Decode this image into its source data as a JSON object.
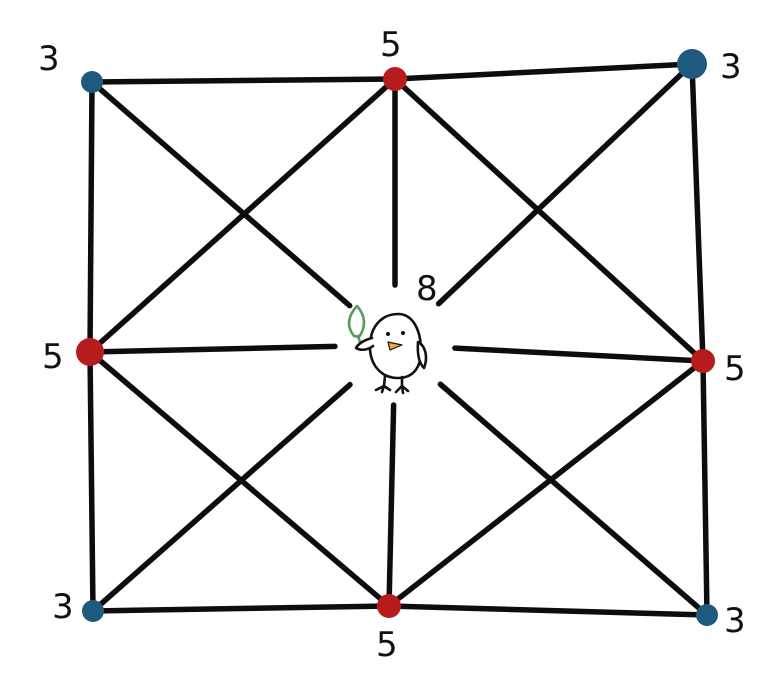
{
  "colors": {
    "corner_node": "#1e5a7d",
    "edge_node": "#b71c1c",
    "line": "#0d0d0d",
    "leaf": "#5a9a5a",
    "beak": "#f2a93b"
  },
  "graph": {
    "nodes": [
      {
        "id": "top-left",
        "kind": "corner",
        "label": "3"
      },
      {
        "id": "top-mid",
        "kind": "edge",
        "label": "5"
      },
      {
        "id": "top-right",
        "kind": "corner",
        "label": "3"
      },
      {
        "id": "mid-left",
        "kind": "edge",
        "label": "5"
      },
      {
        "id": "center",
        "kind": "center",
        "label": "8"
      },
      {
        "id": "mid-right",
        "kind": "edge",
        "label": "5"
      },
      {
        "id": "bottom-left",
        "kind": "corner",
        "label": "3"
      },
      {
        "id": "bottom-mid",
        "kind": "edge",
        "label": "5"
      },
      {
        "id": "bottom-right",
        "kind": "corner",
        "label": "3"
      }
    ],
    "edges": [
      [
        "top-left",
        "top-mid"
      ],
      [
        "top-mid",
        "top-right"
      ],
      [
        "bottom-left",
        "bottom-mid"
      ],
      [
        "bottom-mid",
        "bottom-right"
      ],
      [
        "top-left",
        "mid-left"
      ],
      [
        "mid-left",
        "bottom-left"
      ],
      [
        "top-right",
        "mid-right"
      ],
      [
        "mid-right",
        "bottom-right"
      ],
      [
        "top-left",
        "center"
      ],
      [
        "top-mid",
        "center"
      ],
      [
        "top-right",
        "center"
      ],
      [
        "mid-left",
        "center"
      ],
      [
        "mid-right",
        "center"
      ],
      [
        "bottom-left",
        "center"
      ],
      [
        "bottom-mid",
        "center"
      ],
      [
        "bottom-right",
        "center"
      ],
      [
        "top-mid",
        "mid-left"
      ],
      [
        "top-mid",
        "mid-right"
      ],
      [
        "bottom-mid",
        "mid-left"
      ],
      [
        "bottom-mid",
        "mid-right"
      ]
    ]
  },
  "center_icon": "bird-holding-leaf-icon"
}
